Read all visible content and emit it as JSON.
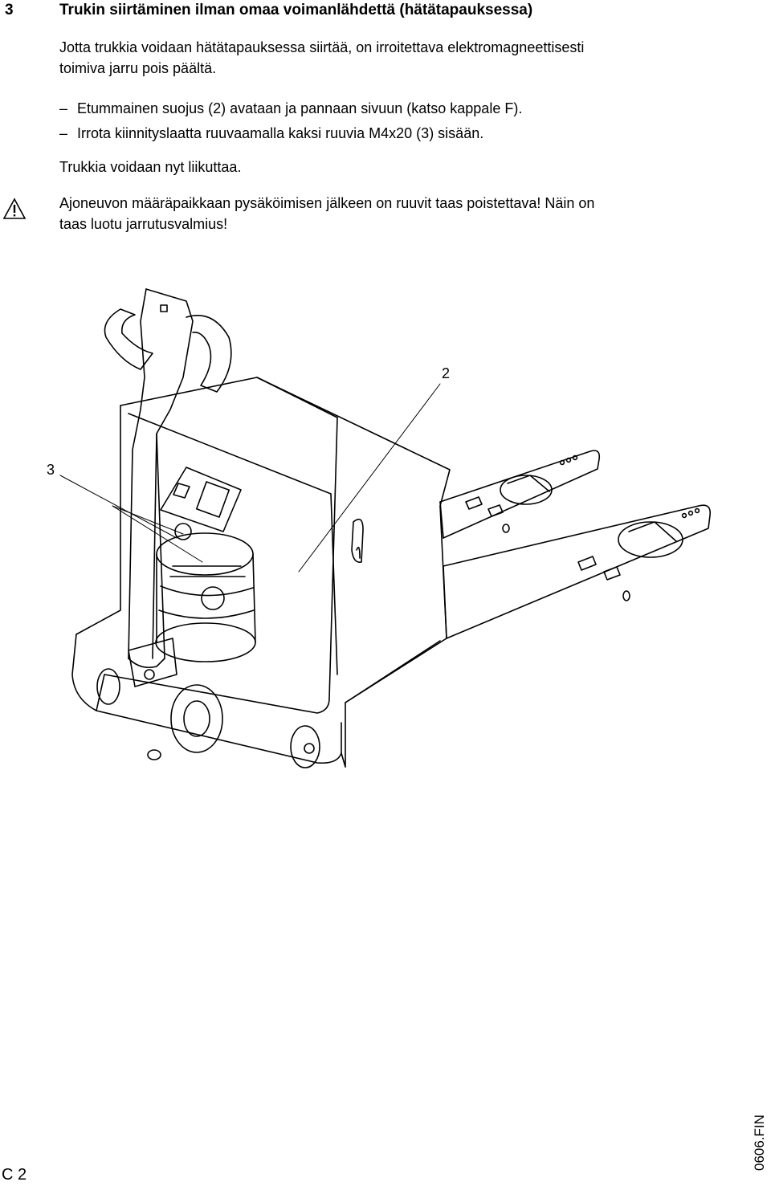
{
  "section": {
    "number": "3",
    "title": "Trukin siirtäminen ilman omaa voimanlähdettä (hätätapauksessa)"
  },
  "intro": {
    "line1": "Jotta trukkia voidaan hätätapauksessa siirtää, on irroitettava elektromagneettisesti",
    "line2": "toimiva jarru pois päältä."
  },
  "steps": [
    "Etummainen suojus (2) avataan ja pannaan sivuun (katso kappale F).",
    "Irrota kiinnityslaatta ruuvaamalla kaksi ruuvia M4x20 (3) sisään."
  ],
  "dash_symbol": "–",
  "result": "Trukkia voidaan nyt liikuttaa.",
  "warning": {
    "icon": "warning-triangle-icon",
    "line1": "Ajoneuvon määräpaikkaan pysäköimisen jälkeen on ruuvit taas poistettava! Näin on",
    "line2": "taas luotu jarrutusvalmius!"
  },
  "figure": {
    "callout_2": "2",
    "callout_3": "3"
  },
  "side_code": "0606.FIN",
  "footer": "C 2"
}
